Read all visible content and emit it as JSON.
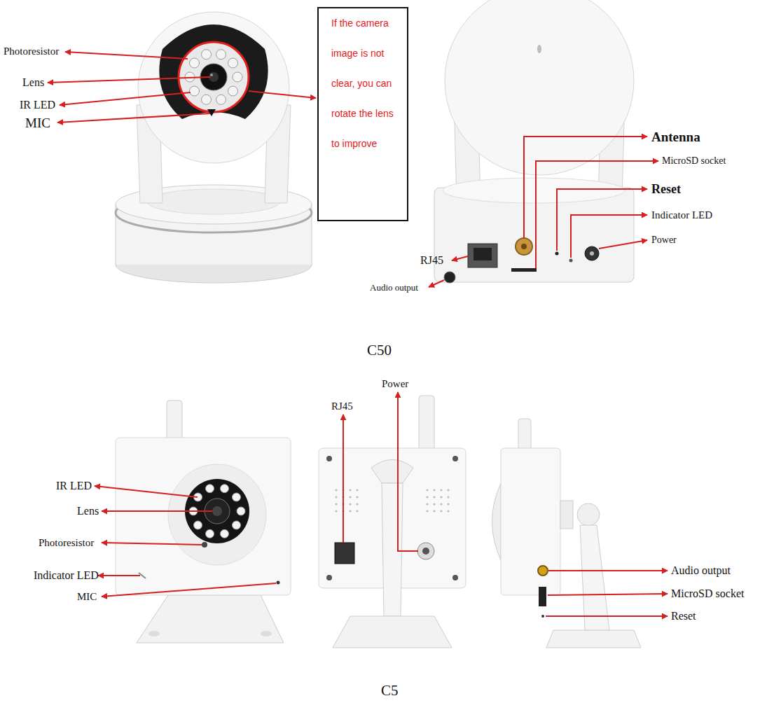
{
  "diagram": {
    "nodes": [
      {
        "text": [
          "If the camera image is not clear, you can rotate the lens to improve"
        ]
      }
    ],
    "labels": [
      "Photoresistor",
      "Lens",
      "IR LED",
      "MIC",
      "Antenna",
      "MicroSD socket",
      "Reset",
      "Indicator LED",
      "Power",
      "RJ45",
      "Audio output",
      "C50",
      "RJ45",
      "Power",
      "IR LED",
      "Lens",
      "Photoresistor",
      "Indicator LED",
      "MIC",
      "Audio output",
      "MicroSD socket",
      "Reset",
      "C5"
    ]
  }
}
